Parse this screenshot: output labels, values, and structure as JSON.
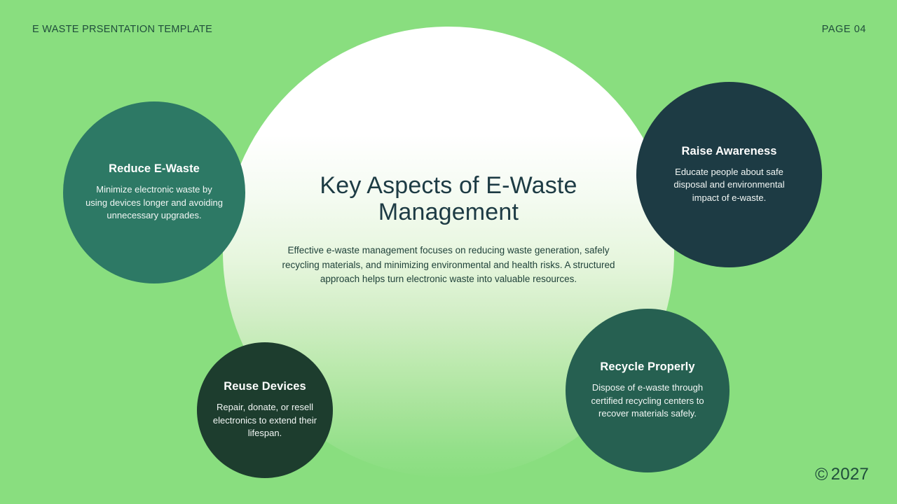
{
  "header": {
    "left_label": "E WASTE PRSENTATION TEMPLATE",
    "page_label": "PAGE 04"
  },
  "hero": {
    "title": "Key Aspects of E-Waste Management",
    "body": "Effective e-waste management focuses on reducing waste generation, safely recycling materials, and minimizing environmental and health risks. A structured approach helps turn electronic waste into valuable resources."
  },
  "bubbles": [
    {
      "id": "reduce",
      "title": "Reduce E-Waste",
      "description": "Minimize electronic waste by using devices longer and avoiding unnecessary upgrades.",
      "color": "#2D7965"
    },
    {
      "id": "awareness",
      "title": "Raise Awareness",
      "description": "Educate people about safe disposal and environmental impact of e-waste.",
      "color": "#1D3B44"
    },
    {
      "id": "reuse",
      "title": "Reuse Devices",
      "description": "Repair, donate, or resell electronics to extend their lifespan.",
      "color": "#1D3D2E"
    },
    {
      "id": "recycle",
      "title": "Recycle Properly",
      "description": "Dispose of e-waste through certified recycling centers to recover materials safely.",
      "color": "#266051"
    }
  ],
  "footer": {
    "copyright_mark": "©",
    "copyright_year": "2027"
  },
  "theme": {
    "background": "#89DE7F",
    "hero_text": "#1D3B44",
    "header_text": "#1F4D3B"
  }
}
